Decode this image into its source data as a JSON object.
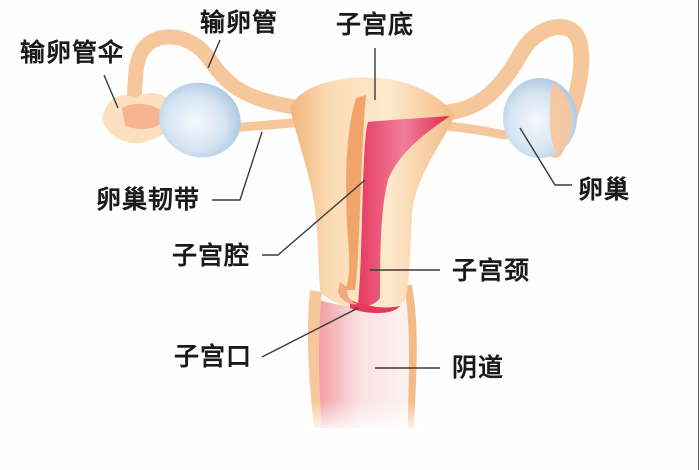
{
  "diagram": {
    "subject": "female reproductive system",
    "colors": {
      "tissue": "#f6c79a",
      "tissue_light": "#fbe3c3",
      "cavity": "#e8375f",
      "cavity_light": "#f38aa3",
      "ovary": "#c9dcef",
      "vagina": "#f7d2d4",
      "leader_line": "#3a3a3a",
      "text": "#1a1a1a"
    },
    "labels": {
      "fimbriae": "输卵管伞",
      "fallopian_tube": "输卵管",
      "fundus": "子宫底",
      "ovary": "卵巢",
      "ovarian_ligament": "卵巢韧带",
      "uterine_cavity": "子宫腔",
      "cervix": "子宫颈",
      "cervical_os": "子宫口",
      "vagina": "阴道"
    }
  }
}
